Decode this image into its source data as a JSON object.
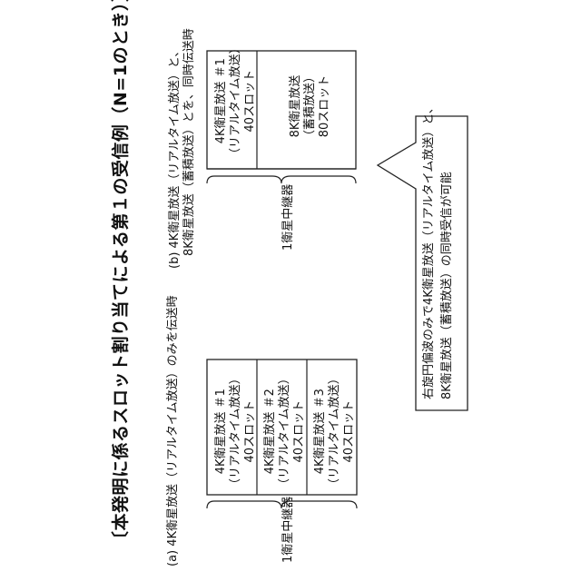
{
  "title": "〔本発明に係るスロット割り当てによる第１の受信例（N=1のとき）〕",
  "case_a": {
    "caption": "(a)  4K衛星放送（リアルタイム放送）のみを伝送時",
    "transponder_label": "1衛星中継器",
    "slots": [
      {
        "line1": "4K衛星放送 ＃1",
        "line2": "（リアルタイム放送）",
        "line3": "40スロット"
      },
      {
        "line1": "4K衛星放送 ＃2",
        "line2": "（リアルタイム放送）",
        "line3": "40スロット"
      },
      {
        "line1": "4K衛星放送 ＃3",
        "line2": "（リアルタイム放送）",
        "line3": "40スロット"
      }
    ]
  },
  "case_b": {
    "caption_line1": "(b)  4K衛星放送（リアルタイム放送）と、",
    "caption_line2": "8K衛星放送（蓄積放送）とを、同時伝送時",
    "transponder_label": "1衛星中継器",
    "slot_4k": {
      "line1": "4K衛星放送 ＃1",
      "line2": "（リアルタイム放送）",
      "line3": "40スロット"
    },
    "slot_8k": {
      "line1": "8K衛星放送",
      "line2": "（蓄積放送）",
      "line3": "80スロット"
    }
  },
  "callout": {
    "line1": "右旋円偏波のみで4K衛星放送（リアルタイム放送）と、",
    "line2": "8K衛星放送（蓄積放送）の同時受信が可能"
  }
}
